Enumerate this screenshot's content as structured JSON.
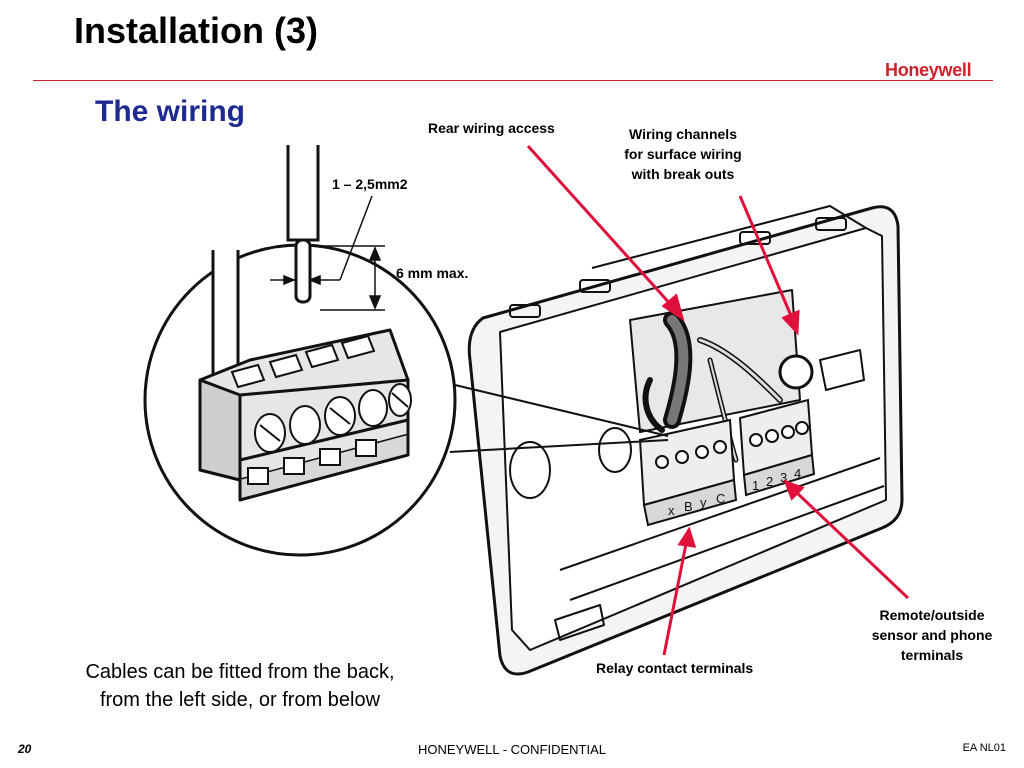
{
  "slide": {
    "title": "Installation (3)",
    "subtitle": "The wiring",
    "logo_text": "Honeywell",
    "description_lines": [
      "Cables can be fitted from the back,",
      "from the left side, or from below"
    ],
    "page_number": "20",
    "footer": "HONEYWELL - CONFIDENTIAL",
    "code": "EA NL01"
  },
  "callouts": {
    "wire_gauge": "1 – 2,5mm2",
    "strip_length": "6 mm max.",
    "rear_access": "Rear wiring access",
    "channels": [
      "Wiring channels",
      "for surface wiring",
      "with break outs"
    ],
    "remote": [
      "Remote/outside",
      "sensor and phone",
      "terminals"
    ],
    "relay": "Relay contact terminals"
  },
  "terminal_labels": {
    "left_block": [
      "x",
      "B",
      "y",
      "C"
    ],
    "right_block": [
      "1",
      "2",
      "3",
      "4"
    ]
  },
  "colors": {
    "accent_red": "#c8242b",
    "subtitle_blue": "#1d2a8f",
    "arrow_red": "#e0103a"
  }
}
